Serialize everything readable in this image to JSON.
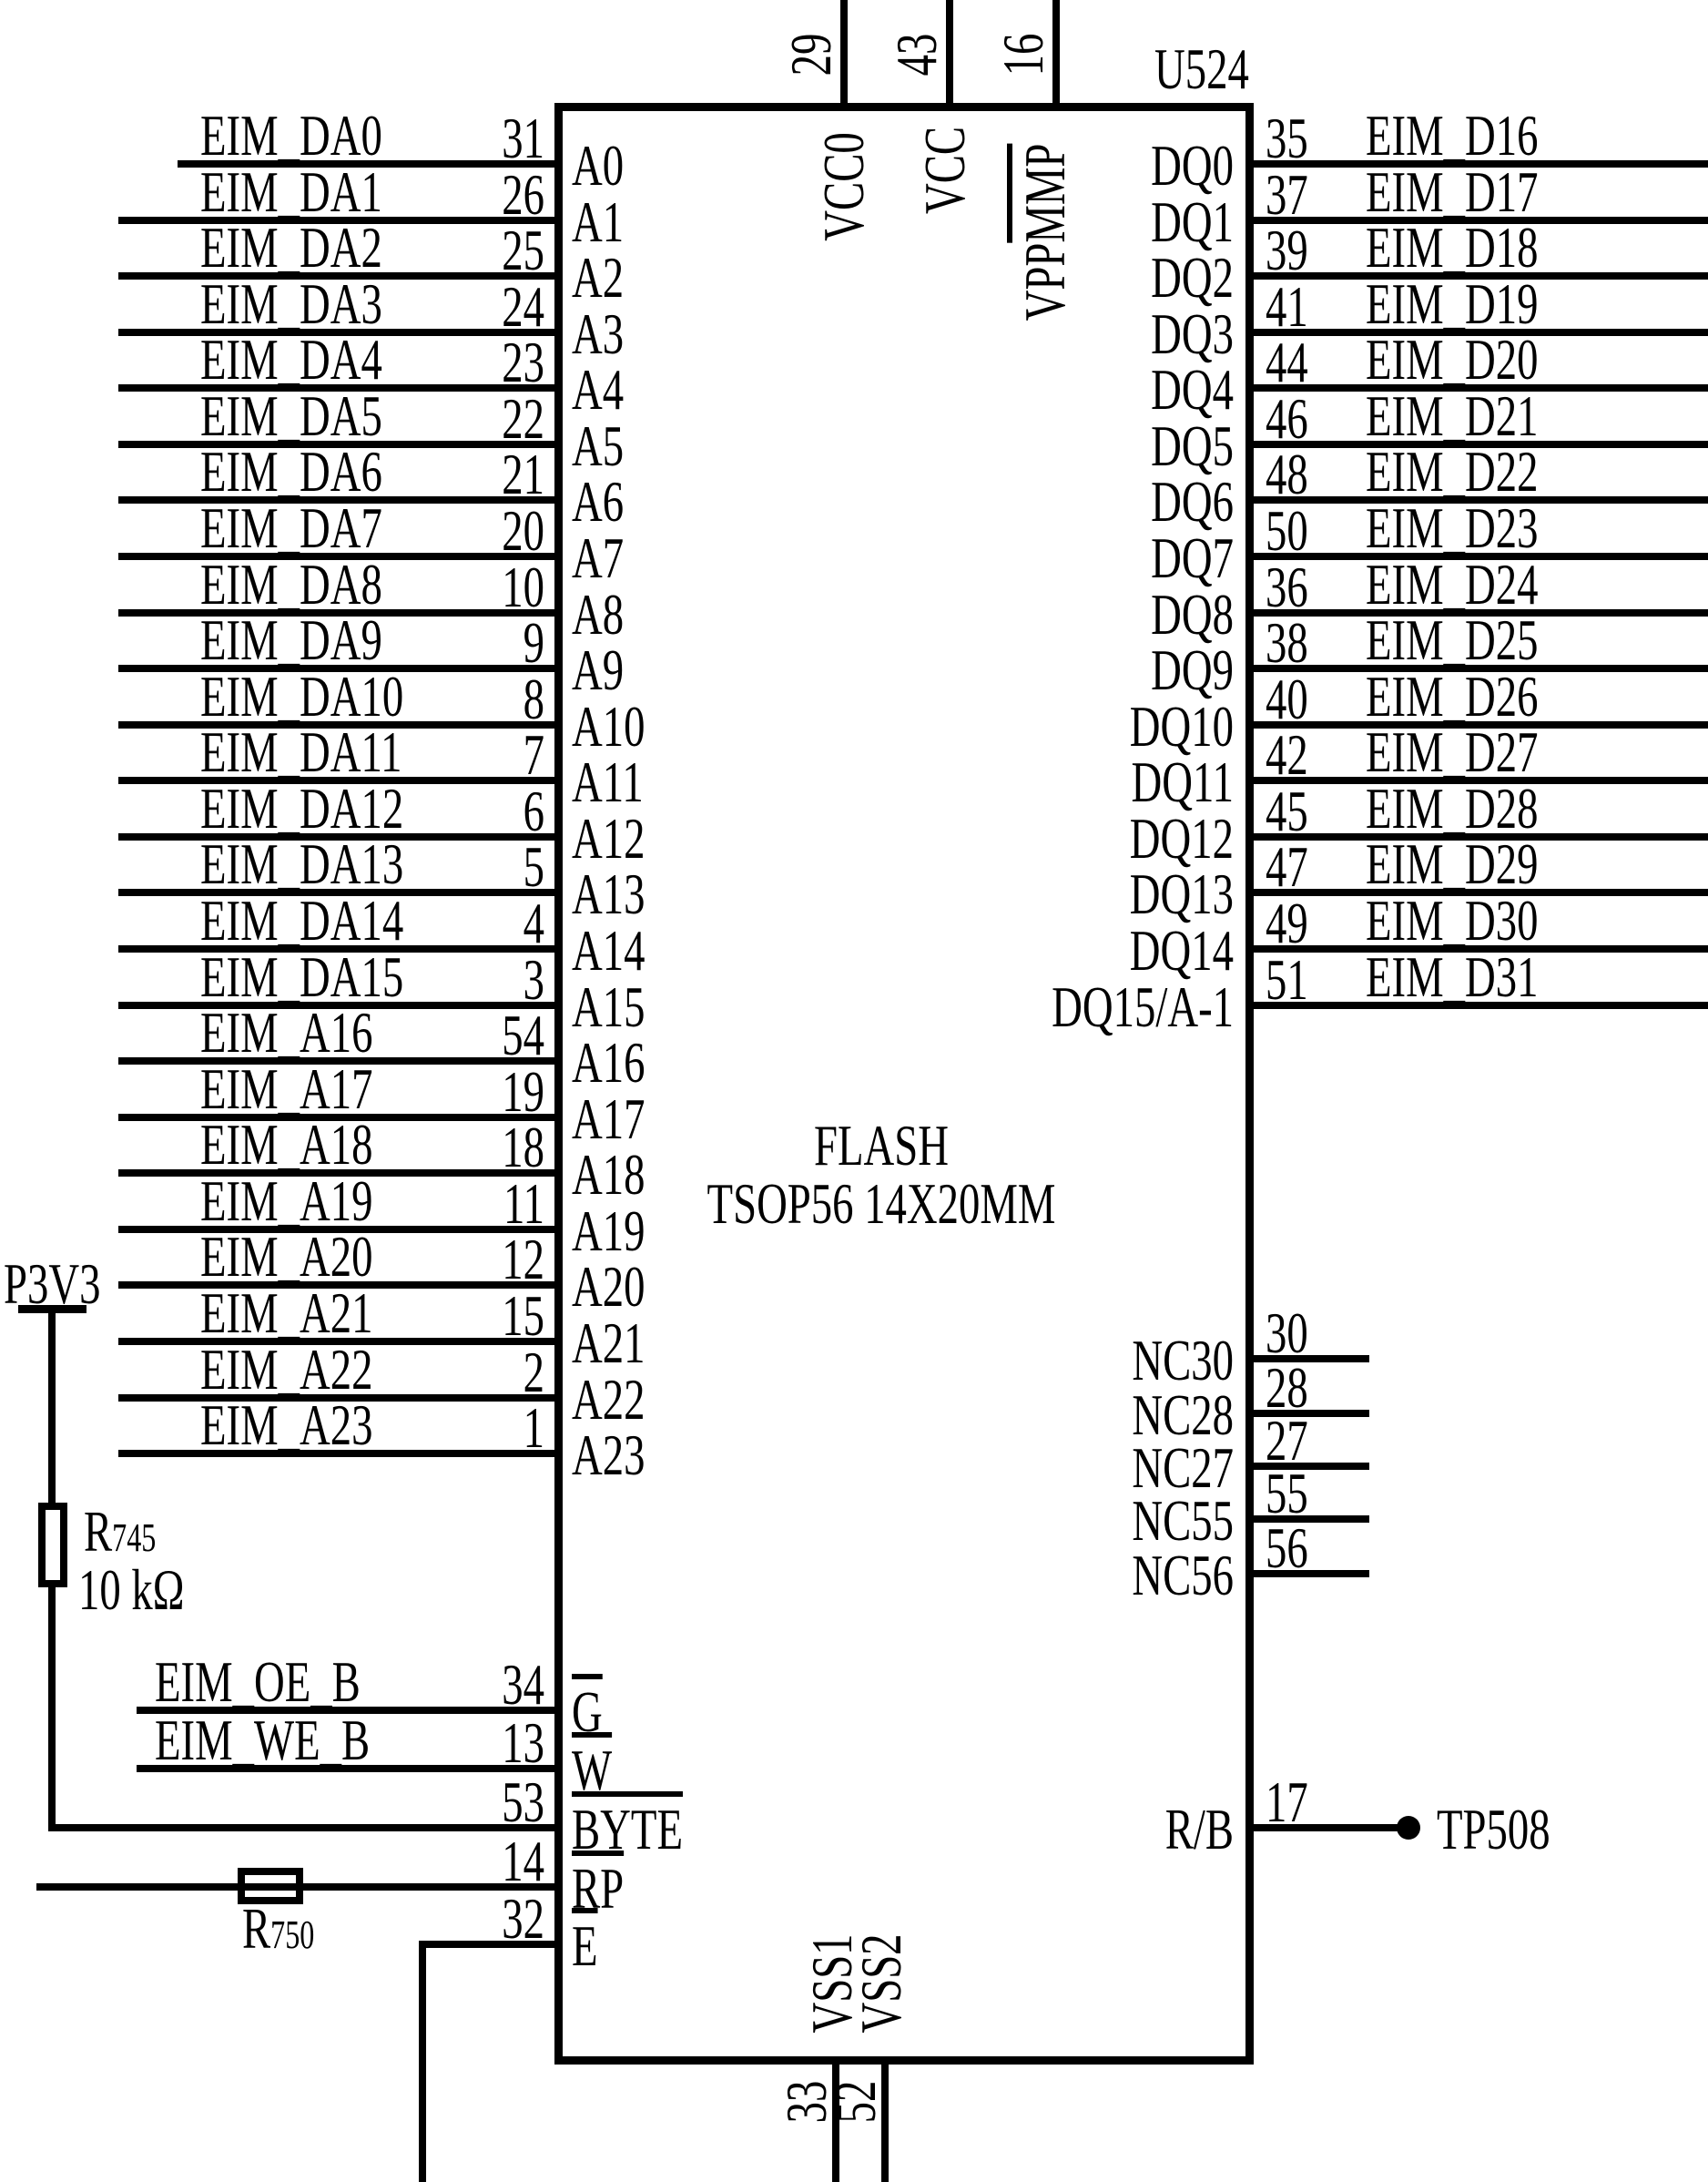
{
  "component": {
    "refdes": "U524",
    "type_label": "FLASH",
    "package_label": "TSOP56 14X20MM"
  },
  "colors": {
    "ink": "#000000",
    "paper": "#ffffff"
  },
  "left_pins": [
    {
      "signal": "EIM_DA0",
      "pin": "31",
      "name": "A0"
    },
    {
      "signal": "EIM_DA1",
      "pin": "26",
      "name": "A1"
    },
    {
      "signal": "EIM_DA2",
      "pin": "25",
      "name": "A2"
    },
    {
      "signal": "EIM_DA3",
      "pin": "24",
      "name": "A3"
    },
    {
      "signal": "EIM_DA4",
      "pin": "23",
      "name": "A4"
    },
    {
      "signal": "EIM_DA5",
      "pin": "22",
      "name": "A5"
    },
    {
      "signal": "EIM_DA6",
      "pin": "21",
      "name": "A6"
    },
    {
      "signal": "EIM_DA7",
      "pin": "20",
      "name": "A7"
    },
    {
      "signal": "EIM_DA8",
      "pin": "10",
      "name": "A8"
    },
    {
      "signal": "EIM_DA9",
      "pin": "9",
      "name": "A9"
    },
    {
      "signal": "EIM_DA10",
      "pin": "8",
      "name": "A10"
    },
    {
      "signal": "EIM_DA11",
      "pin": "7",
      "name": "A11"
    },
    {
      "signal": "EIM_DA12",
      "pin": "6",
      "name": "A12"
    },
    {
      "signal": "EIM_DA13",
      "pin": "5",
      "name": "A13"
    },
    {
      "signal": "EIM_DA14",
      "pin": "4",
      "name": "A14"
    },
    {
      "signal": "EIM_DA15",
      "pin": "3",
      "name": "A15"
    },
    {
      "signal": "EIM_A16",
      "pin": "54",
      "name": "A16"
    },
    {
      "signal": "EIM_A17",
      "pin": "19",
      "name": "A17"
    },
    {
      "signal": "EIM_A18",
      "pin": "18",
      "name": "A18"
    },
    {
      "signal": "EIM_A19",
      "pin": "11",
      "name": "A19"
    },
    {
      "signal": "EIM_A20",
      "pin": "12",
      "name": "A20"
    },
    {
      "signal": "EIM_A21",
      "pin": "15",
      "name": "A21"
    },
    {
      "signal": "EIM_A22",
      "pin": "2",
      "name": "A22"
    },
    {
      "signal": "EIM_A23",
      "pin": "1",
      "name": "A23"
    }
  ],
  "control_pins": [
    {
      "signal": "EIM_OE_B",
      "pin": "34",
      "name": "G",
      "overline": true
    },
    {
      "signal": "EIM_WE_B",
      "pin": "13",
      "name": "W",
      "overline": true
    },
    {
      "signal": "",
      "pin": "53",
      "name": "BYTE",
      "overline": true
    },
    {
      "signal": "",
      "pin": "14",
      "name": "RP",
      "overline": true
    },
    {
      "signal": "",
      "pin": "32",
      "name": "E",
      "overline": true
    }
  ],
  "right_pins": [
    {
      "name": "DQ0",
      "pin": "35",
      "signal": "EIM_D16"
    },
    {
      "name": "DQ1",
      "pin": "37",
      "signal": "EIM_D17"
    },
    {
      "name": "DQ2",
      "pin": "39",
      "signal": "EIM_D18"
    },
    {
      "name": "DQ3",
      "pin": "41",
      "signal": "EIM_D19"
    },
    {
      "name": "DQ4",
      "pin": "44",
      "signal": "EIM_D20"
    },
    {
      "name": "DQ5",
      "pin": "46",
      "signal": "EIM_D21"
    },
    {
      "name": "DQ6",
      "pin": "48",
      "signal": "EIM_D22"
    },
    {
      "name": "DQ7",
      "pin": "50",
      "signal": "EIM_D23"
    },
    {
      "name": "DQ8",
      "pin": "36",
      "signal": "EIM_D24"
    },
    {
      "name": "DQ9",
      "pin": "38",
      "signal": "EIM_D25"
    },
    {
      "name": "DQ10",
      "pin": "40",
      "signal": "EIM_D26"
    },
    {
      "name": "DQ11",
      "pin": "42",
      "signal": "EIM_D27"
    },
    {
      "name": "DQ12",
      "pin": "45",
      "signal": "EIM_D28"
    },
    {
      "name": "DQ13",
      "pin": "47",
      "signal": "EIM_D29"
    },
    {
      "name": "DQ14",
      "pin": "49",
      "signal": "EIM_D30"
    },
    {
      "name": "DQ15/A-1",
      "pin": "51",
      "signal": "EIM_D31"
    }
  ],
  "nc_pins": [
    {
      "name": "NC30",
      "pin": "30"
    },
    {
      "name": "NC28",
      "pin": "28"
    },
    {
      "name": "NC27",
      "pin": "27"
    },
    {
      "name": "NC55",
      "pin": "55"
    },
    {
      "name": "NC56",
      "pin": "56"
    }
  ],
  "top_pins": [
    {
      "name": "VCC0",
      "pin": "29",
      "overline_part": ""
    },
    {
      "name": "VCC",
      "pin": "43",
      "overline_part": ""
    },
    {
      "name": "VPPMMP",
      "pin": "16",
      "overline_part": "MMP"
    }
  ],
  "bottom_pins": [
    {
      "name": "VSS1",
      "pin": "33"
    },
    {
      "name": "VSS2",
      "pin": "52"
    }
  ],
  "ready_busy": {
    "name": "R/B",
    "pin": "17",
    "testpoint": "TP508"
  },
  "power": {
    "net": "P3V3",
    "r745": {
      "ref": "R",
      "sub": "745",
      "value": "10 kΩ"
    },
    "r750": {
      "ref": "R",
      "sub": "750"
    }
  }
}
